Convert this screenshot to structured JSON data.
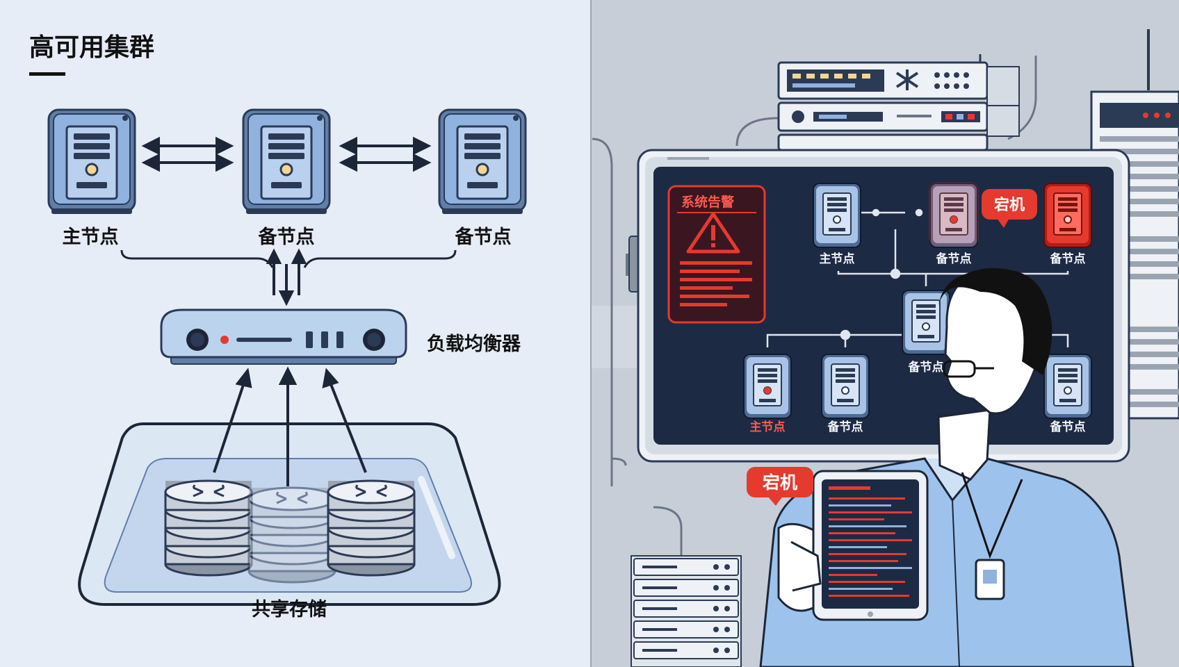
{
  "left_panel": {
    "title": "高可用集群",
    "nodes": [
      "主节点",
      "备节点",
      "备节点"
    ],
    "load_balancer_label": "负载均衡器",
    "storage_label": "共享存储"
  },
  "right_panel": {
    "alert_title": "系统告警",
    "down_badge": "宕机",
    "tablet_badge": "宕机",
    "top_nodes": [
      "主节点",
      "备节点",
      "备节点"
    ],
    "middle_node": "备节点",
    "bottom_nodes": [
      "主节点",
      "备节点",
      "备节点"
    ]
  },
  "colors": {
    "left_background": "#e6edf6",
    "right_background": "#c7ced8",
    "server_blue": "#8fb2de",
    "server_dark": "#2b3a55",
    "monitor_bg": "#1d2a44",
    "alert_red": "#e53a2e",
    "shirt_blue": "#9dc3ec",
    "hair_black": "#111111"
  }
}
